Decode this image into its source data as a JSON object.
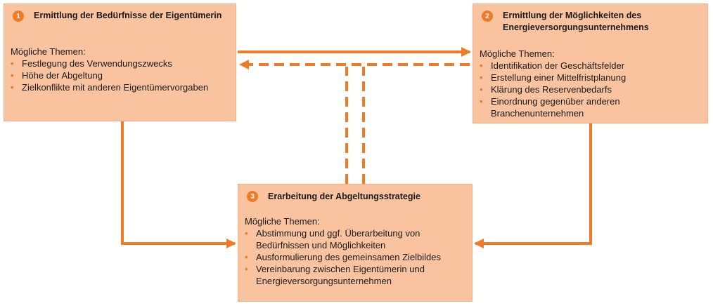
{
  "colors": {
    "box_fill": "#fac3a0",
    "accent": "#f07a26"
  },
  "boxes": [
    {
      "number": "1",
      "title": "Ermittlung der Bedürfnisse der Eigentümerin",
      "topics_label": "Mögliche Themen:",
      "items": [
        "Festlegung des Verwendungszwecks",
        "Höhe der Abgeltung",
        "Zielkonflikte mit anderen Eigentümervorgaben"
      ]
    },
    {
      "number": "2",
      "title": "Ermittlung der Möglichkeiten des Energieversorgungsunternehmens",
      "topics_label": "Mögliche Themen:",
      "items": [
        "Identifikation der Geschäftsfelder",
        "Erstellung einer Mittelfristplanung",
        "Klärung des Reservenbedarfs",
        "Einordnung gegenüber anderen Branchenunternehmen"
      ]
    },
    {
      "number": "3",
      "title": "Erarbeitung der Abgeltungsstrategie",
      "topics_label": "Mögliche Themen:",
      "items": [
        "Abstimmung und ggf. Überarbeitung von Bedürfnissen und Möglichkeiten",
        "Ausformulierung des gemeinsamen Zielbildes",
        "Vereinbarung zwischen Eigentümerin und Energieversorgungsunternehmen"
      ]
    }
  ]
}
